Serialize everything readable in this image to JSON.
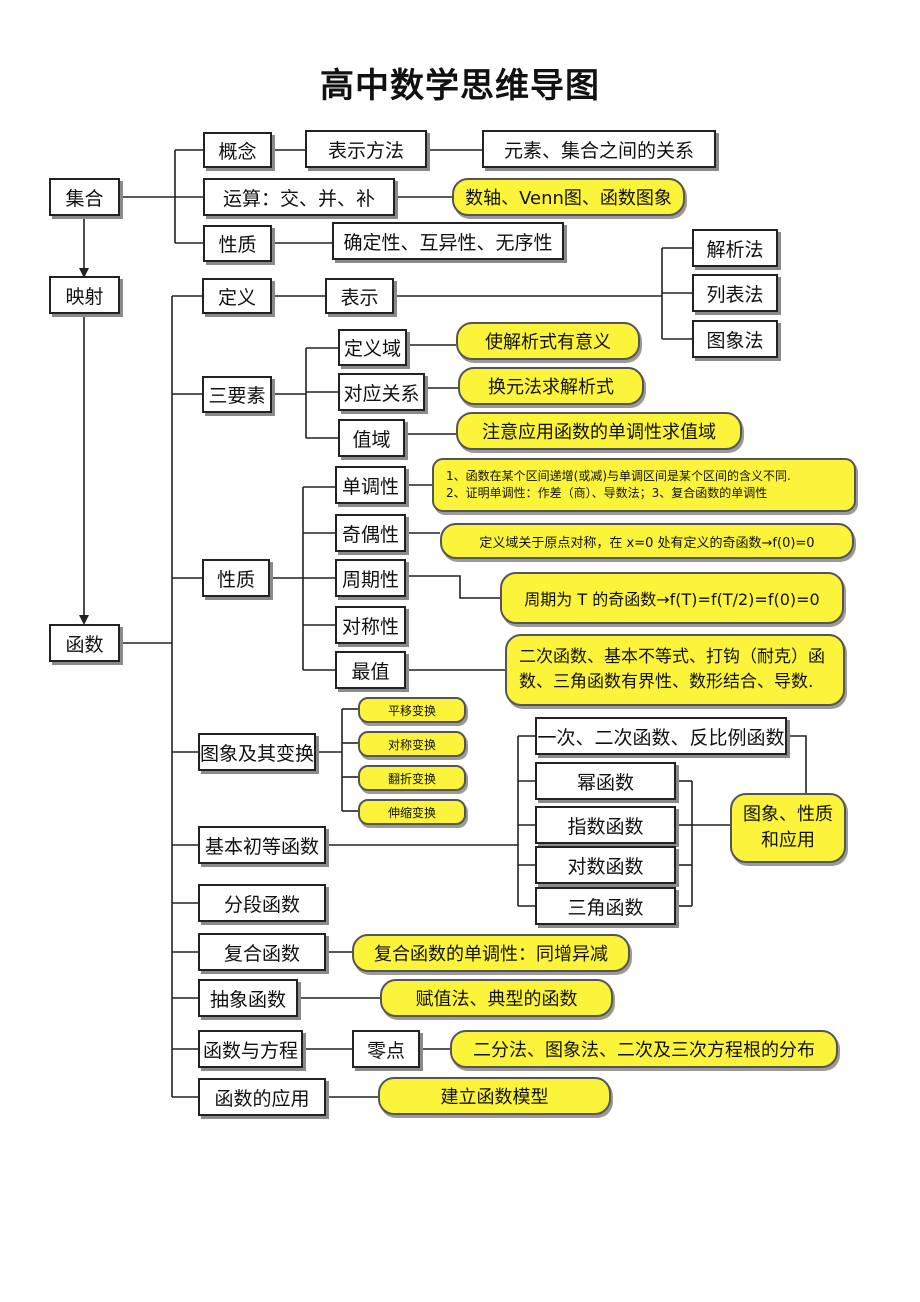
{
  "title": "高中数学思维导图",
  "nodes": {
    "jihe": "集合",
    "yingshe": "映射",
    "hanshu": "函数",
    "gainian": "概念",
    "biaoshifangfa": "表示方法",
    "yuansu_guanxi": "元素、集合之间的关系",
    "yunsuan": "运算：交、并、补",
    "shuzhou": "数轴、Venn图、函数图象",
    "jihe_xingzhi": "性质",
    "queding": "确定性、互异性、无序性",
    "dingyi": "定义",
    "biaoshi": "表示",
    "jiexifa": "解析法",
    "liebiaofa": "列表法",
    "tuxiangfa": "图象法",
    "sanyaosu": "三要素",
    "dingyiyu": "定义域",
    "dingyiyu_note": "使解析式有意义",
    "duiying": "对应关系",
    "duiying_note": "换元法求解析式",
    "zhiyu": "值域",
    "zhiyu_note": "注意应用函数的单调性求值域",
    "hanshu_xingzhi": "性质",
    "dandiao": "单调性",
    "dandiao_note": [
      "1、函数在某个区间递增(或减)与单调区间是某个区间的含义不同.",
      "2、证明单调性：作差（商）、导数法；3、复合函数的单调性"
    ],
    "jiou": "奇偶性",
    "jiou_note": "定义域关于原点对称，在 x=0 处有定义的奇函数→f(0)=0",
    "zhouqi": "周期性",
    "zhouqi_note": "周期为 T 的奇函数→f(T)=f(T/2)=f(0)=0",
    "duichen": "对称性",
    "zuizhi": "最值",
    "zuizhi_note": [
      "二次函数、基本不等式、打钩（耐克）函",
      "数、三角函数有界性、数形结合、导数."
    ],
    "tuxiang_bianhuan": "图象及其变换",
    "pingyi": "平移变换",
    "duichen_bianhuan": "对称变换",
    "fanzhe": "翻折变换",
    "shensuo": "伸缩变换",
    "jiben": "基本初等函数",
    "yici": "一次、二次函数、反比例函数",
    "mi": "幂函数",
    "zhishu": "指数函数",
    "duishu": "对数函数",
    "sanjiao": "三角函数",
    "yingyong_note": [
      "图象、性质",
      "和应用"
    ],
    "fenduan": "分段函数",
    "fuhe": "复合函数",
    "fuhe_note": "复合函数的单调性：同增异减",
    "chouxiang": "抽象函数",
    "chouxiang_note": "赋值法、典型的函数",
    "fangcheng": "函数与方程",
    "lingdian": "零点",
    "lingdian_note": "二分法、图象法、二次及三次方程根的分布",
    "yingyong": "函数的应用",
    "yingyong_model": "建立函数模型"
  }
}
